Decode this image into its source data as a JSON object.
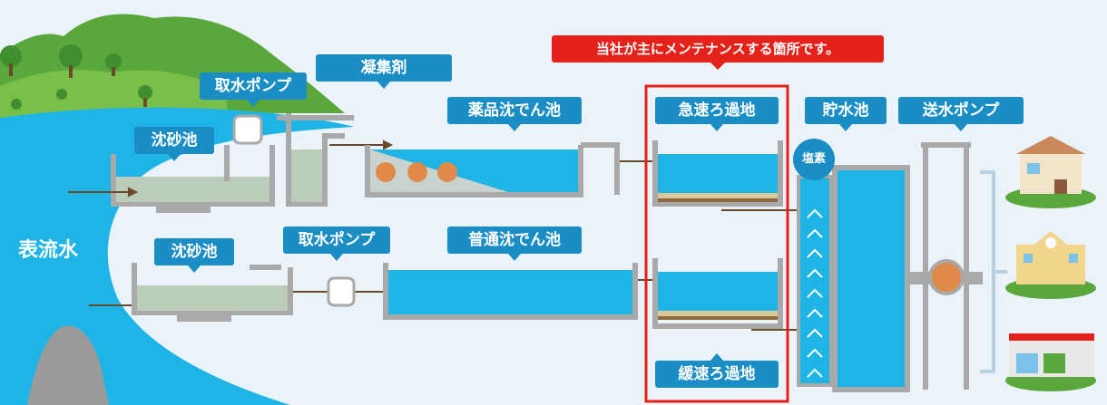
{
  "banner": "当社が主にメンテナンスする箇所です。",
  "river": "表流水",
  "labels": {
    "sand_top": "沈砂池",
    "intake_top": "取水ポンプ",
    "coagulant": "凝集剤",
    "chem_sed": "薬品沈でん池",
    "rapid_filter": "急速ろ過地",
    "reservoir": "貯水池",
    "send_pump": "送水ポンプ",
    "sand_bottom": "沈砂池",
    "intake_bottom": "取水ポンプ",
    "normal_sed": "普通沈でん池",
    "slow_filter": "緩速ろ過地",
    "chlorine": "塩素"
  },
  "colors": {
    "water": "#1fb4e6",
    "label_bg": "#1a8ec4",
    "banner_bg": "#e4221b",
    "highlight_frame": "#e4221b",
    "tank_wall": "#a9a9a9",
    "sand_water": "#b9cdb8",
    "hill": "#5aa83c"
  }
}
